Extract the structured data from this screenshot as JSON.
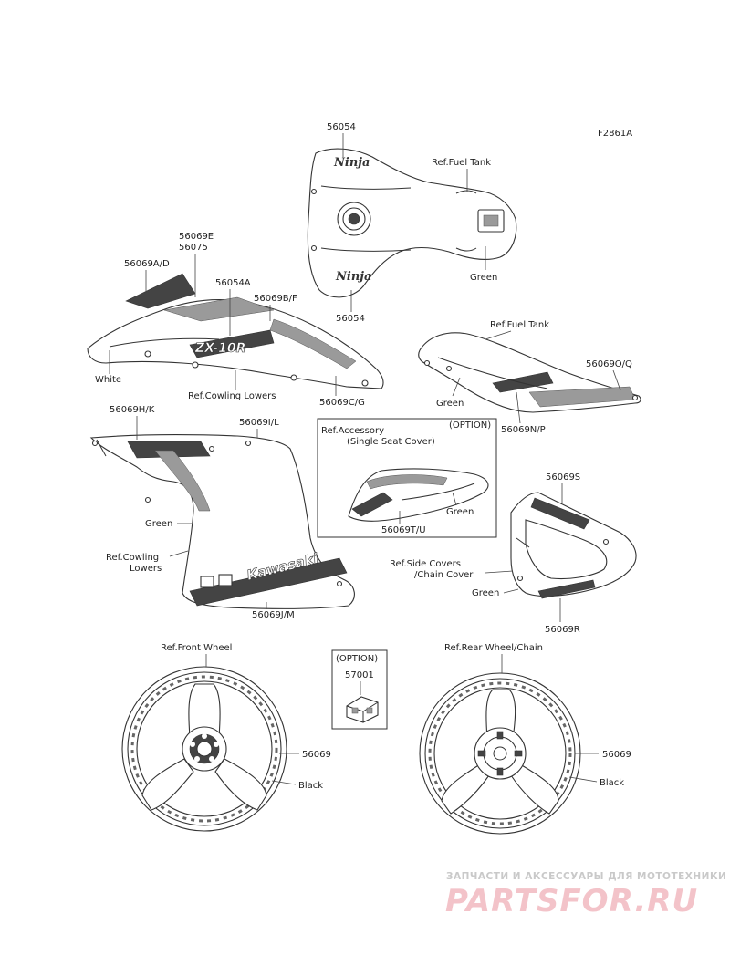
{
  "diagram": {
    "figure_code": "F2861A",
    "labels": {
      "p56054_top": "56054",
      "p56054_bottom": "56054",
      "ref_fuel_tank_1": "Ref.Fuel Tank",
      "green_tank": "Green",
      "p56069e": "56069E",
      "p56075": "56075",
      "p56069ad": "56069A/D",
      "p56054a": "56054A",
      "p56069bf": "56069B/F",
      "white": "White",
      "ref_cowling_lowers_1": "Ref.Cowling Lowers",
      "p56069cg": "56069C/G",
      "ref_fuel_tank_2": "Ref.Fuel Tank",
      "p56069oq": "56069O/Q",
      "green_tail": "Green",
      "p56069np": "56069N/P",
      "p56069hk": "56069H/K",
      "p56069il": "56069I/L",
      "option_1": "(OPTION)",
      "ref_accessory_1": "Ref.Accessory",
      "ref_accessory_2": "(Single Seat Cover)",
      "green_seat": "Green",
      "p56069tu": "56069T/U",
      "green_cowl": "Green",
      "ref_cowling_lowers_2a": "Ref.Cowling",
      "ref_cowling_lowers_2b": "Lowers",
      "p56069jm": "56069J/M",
      "p56069s": "56069S",
      "ref_side_covers_a": "Ref.Side Covers",
      "ref_side_covers_b": "/Chain Cover",
      "green_side": "Green",
      "p56069r": "56069R",
      "ref_front_wheel": "Ref.Front Wheel",
      "option_2": "(OPTION)",
      "p57001": "57001",
      "ref_rear_wheel": "Ref.Rear Wheel/Chain",
      "p56069_front": "56069",
      "black_front": "Black",
      "p56069_rear": "56069",
      "black_rear": "Black"
    },
    "decal_text": {
      "ninja": "Ninja",
      "zx10r": "ZX-10R",
      "kawasaki": "Kawasaki"
    }
  },
  "watermark": {
    "tagline": "ЗАПЧАСТИ И АКСЕССУАРЫ ДЛЯ МОТОТЕХНИКИ",
    "logo": "PARTSFOR.RU"
  }
}
